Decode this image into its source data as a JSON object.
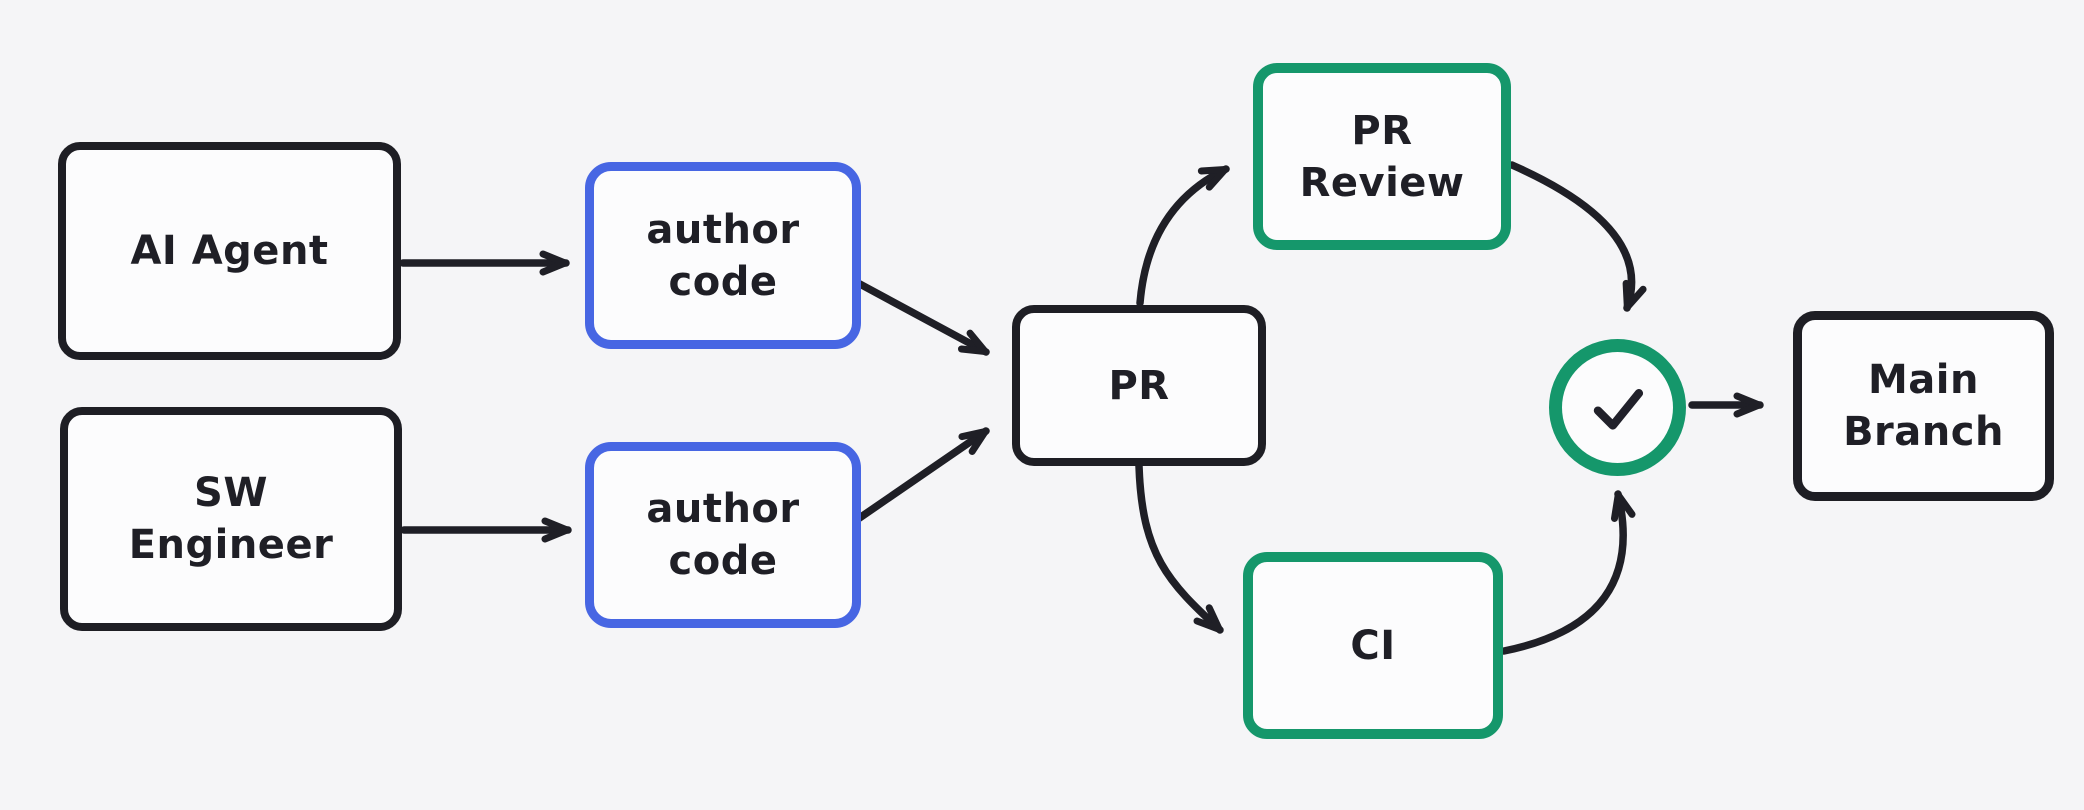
{
  "diagram": {
    "background_color": "#f5f5f7",
    "nodes": {
      "ai_agent": {
        "label": "AI Agent",
        "border_color": "#1e1e24"
      },
      "sw_engineer": {
        "label": "SW\nEngineer",
        "border_color": "#1e1e24"
      },
      "author_code_top": {
        "label": "author\ncode",
        "border_color": "#4766e3"
      },
      "author_code_bottom": {
        "label": "author\ncode",
        "border_color": "#4766e3"
      },
      "pr": {
        "label": "PR",
        "border_color": "#1e1e24"
      },
      "pr_review": {
        "label": "PR\nReview",
        "border_color": "#15976b"
      },
      "ci": {
        "label": "CI",
        "border_color": "#15976b"
      },
      "approval_check": {
        "icon": "checkmark",
        "symbol": "✓",
        "border_color": "#15976b"
      },
      "main_branch": {
        "label": "Main\nBranch",
        "border_color": "#1e1e24"
      }
    },
    "edges": [
      {
        "from": "ai_agent",
        "to": "author_code_top"
      },
      {
        "from": "sw_engineer",
        "to": "author_code_bottom"
      },
      {
        "from": "author_code_top",
        "to": "pr"
      },
      {
        "from": "author_code_bottom",
        "to": "pr"
      },
      {
        "from": "pr",
        "to": "pr_review"
      },
      {
        "from": "pr",
        "to": "ci"
      },
      {
        "from": "pr_review",
        "to": "approval_check"
      },
      {
        "from": "ci",
        "to": "approval_check"
      },
      {
        "from": "approval_check",
        "to": "main_branch"
      }
    ],
    "colors": {
      "node_fill": "#fcfcfd",
      "arrow_stroke": "#1f1f26",
      "stroke_black": "#1e1e24",
      "stroke_blue": "#4766e3",
      "stroke_green": "#15976b"
    }
  }
}
